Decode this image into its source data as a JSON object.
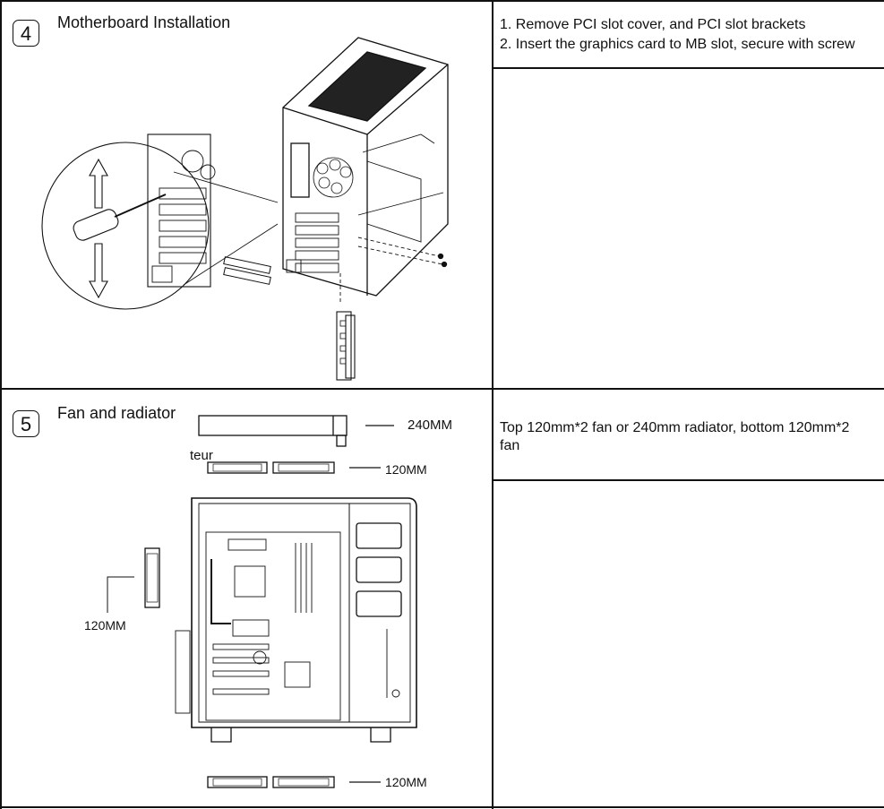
{
  "steps": [
    {
      "number": "4",
      "title": "Motherboard Installation",
      "instructions": [
        "1. Remove PCI slot cover, and PCI slot brackets",
        "2. Insert the graphics card to MB slot, secure with screw"
      ]
    },
    {
      "number": "5",
      "title": "Fan and radiator",
      "instructions": [
        "Top 120mm*2 fan or 240mm radiator, bottom 120mm*2 fan"
      ],
      "labels": {
        "radiator": "240MM",
        "top_fans": "120MM",
        "side_fan": "120MM",
        "bottom_fans": "120MM",
        "stray_text": "teur"
      }
    }
  ],
  "colors": {
    "line": "#111111",
    "background": "#ffffff"
  }
}
